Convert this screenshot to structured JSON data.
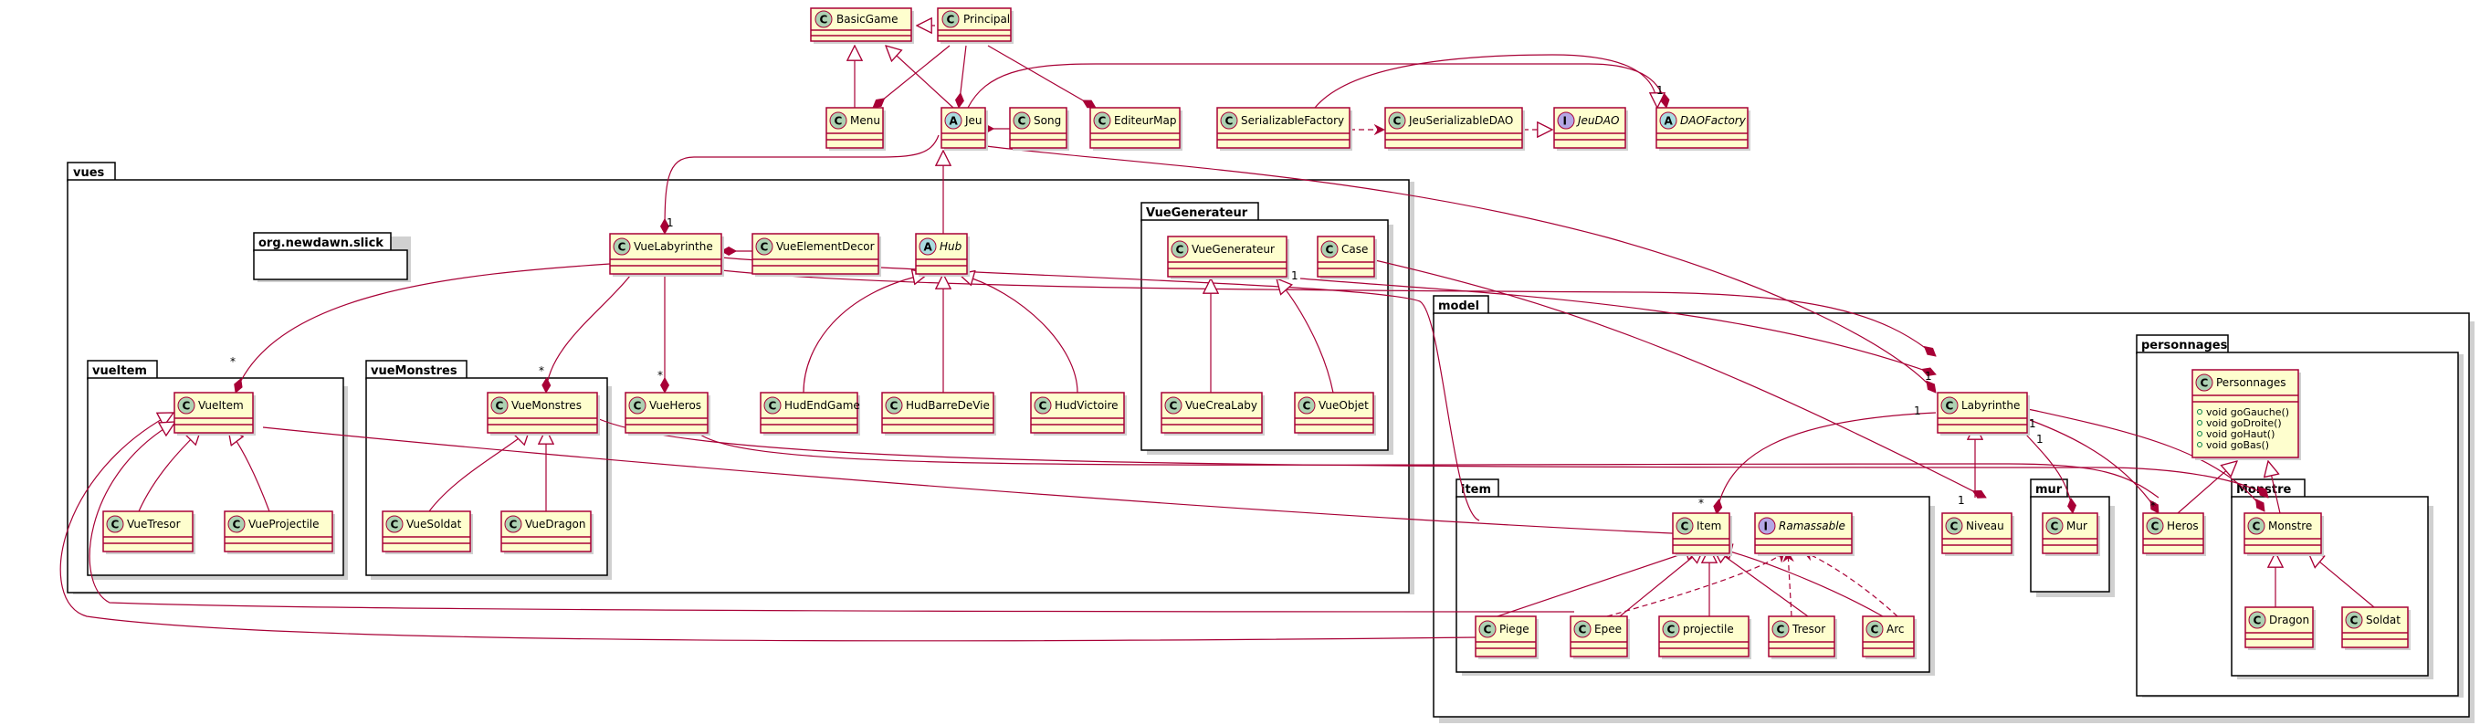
{
  "packages": {
    "vues": "vues",
    "org_newdawn_slick": "org.newdawn.slick",
    "vueItem": "vueItem",
    "vueMonstres": "vueMonstres",
    "VueGenerateur": "VueGenerateur",
    "model": "model",
    "item": "item",
    "mur": "mur",
    "personnages": "personnages",
    "Monstre": "Monstre"
  },
  "badges": {
    "class": "C",
    "abstract": "A",
    "interface": "I"
  },
  "classes": {
    "BasicGame": "BasicGame",
    "Principal": "Principal",
    "Menu": "Menu",
    "Jeu": "Jeu",
    "Song": "Song",
    "EditeurMap": "EditeurMap",
    "SerializableFactory": "SerializableFactory",
    "JeuSerializableDAO": "JeuSerializableDAO",
    "JeuDAO": "JeuDAO",
    "DAOFactory": "DAOFactory",
    "VueLabyrinthe": "VueLabyrinthe",
    "VueElementDecor": "VueElementDecor",
    "Hub": "Hub",
    "VueGenerateur": "VueGenerateur",
    "Case": "Case",
    "VueCreaLaby": "VueCreaLaby",
    "VueObjet": "VueObjet",
    "HudEndGame": "HudEndGame",
    "HudBarreDeVie": "HudBarreDeVie",
    "HudVictoire": "HudVictoire",
    "VueItem": "VueItem",
    "VueTresor": "VueTresor",
    "VueProjectile": "VueProjectile",
    "VueMonstres": "VueMonstres",
    "VueSoldat": "VueSoldat",
    "VueDragon": "VueDragon",
    "VueHeros": "VueHeros",
    "Labyrinthe": "Labyrinthe",
    "Niveau": "Niveau",
    "Mur": "Mur",
    "Item": "Item",
    "Ramassable": "Ramassable",
    "Piege": "Piege",
    "Epee": "Epee",
    "projectile": "projectile",
    "Tresor": "Tresor",
    "Arc": "Arc",
    "Personnages": "Personnages",
    "Heros": "Heros",
    "Monstre": "Monstre",
    "Dragon": "Dragon",
    "Soldat": "Soldat"
  },
  "members": {
    "Personnages": [
      "void goGauche()",
      "void goDroite()",
      "void goHaut()",
      "void goBas()"
    ]
  },
  "multiplicities": {
    "daofactory_1": "1",
    "vuelaby_1": "1",
    "vueitem_star": "*",
    "vuemonstres_star": "*",
    "vueheros_star": "*",
    "vuegen_1": "1",
    "laby_1_top": "1",
    "laby_1_left": "1",
    "item_star": "*",
    "laby_1_right": "1",
    "laby_1_mur": "1",
    "niveau_1": "1",
    "heros_star": "*"
  },
  "colors": {
    "class_fill": "#FEFECE",
    "class_border": "#A80036",
    "relation": "#A80036",
    "badge_class": "#ADD1B2",
    "badge_abstract": "#A9DCDF",
    "badge_interface": "#B4A7E5"
  }
}
